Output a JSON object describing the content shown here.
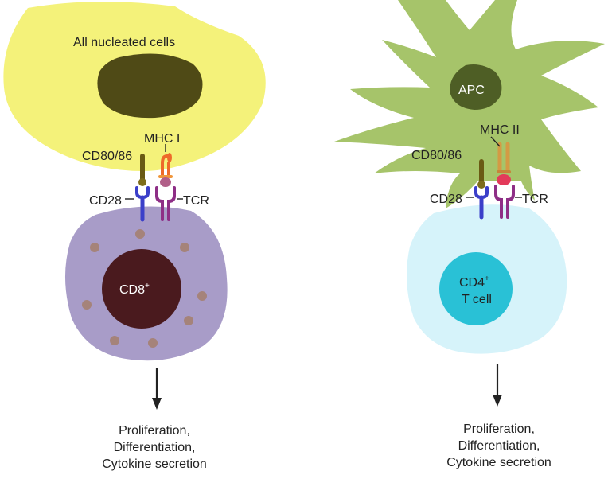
{
  "left_panel": {
    "cell_label": "All nucleated cells",
    "costim_ligand": "CD80/86",
    "mhc": "MHC I",
    "costim_receptor": "CD28",
    "receptor": "TCR",
    "tcell_label": "CD8",
    "tcell_sup": "+",
    "outcome_lines": [
      "Proliferation,",
      "Differentiation,",
      "Cytokine secretion"
    ]
  },
  "right_panel": {
    "cell_label": "APC",
    "costim_ligand": "CD80/86",
    "mhc": "MHC II",
    "costim_receptor": "CD28",
    "receptor": "TCR",
    "tcell_label_line1": "CD4",
    "tcell_sup": "+",
    "tcell_label_line2": "T cell",
    "outcome_lines": [
      "Proliferation,",
      "Differentiation,",
      "Cytokine secretion"
    ]
  },
  "colors": {
    "nucleated_cell": "#f4f27a",
    "nucleus_dark": "#4f4a16",
    "apc": "#a6c46a",
    "apc_nucleus": "#4e5e25",
    "cd8_cell": "#a89cc8",
    "cd8_nucleus": "#4a1a1e",
    "cd4_cell": "#d6f3fa",
    "cd4_nucleus": "#29c1d6",
    "cd28": "#3b3fc9",
    "tcr": "#8e2e86",
    "cd80": "#6a5a14",
    "mhc1": "#ee6a2a",
    "mhc2": "#d49a44",
    "peptide": "#e33a5a"
  }
}
